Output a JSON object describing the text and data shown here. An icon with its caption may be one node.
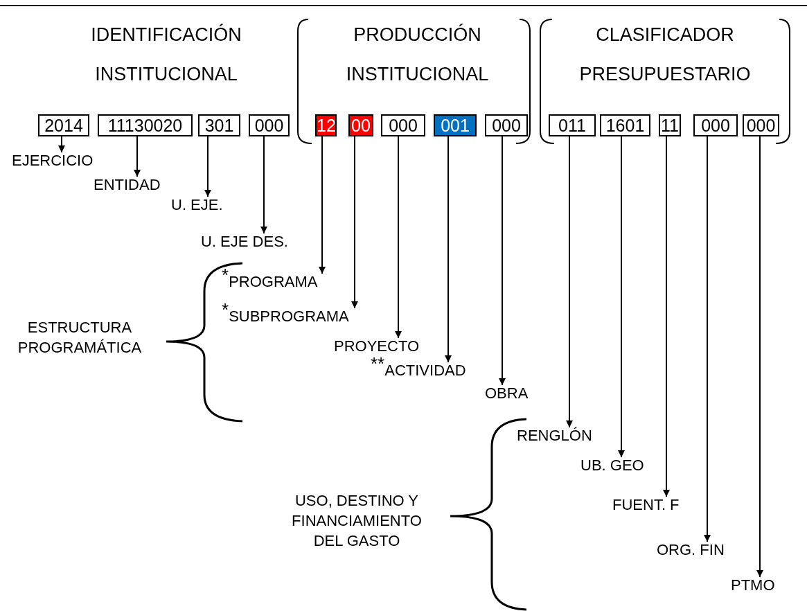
{
  "diagram": {
    "nodes": [
      {
        "text": [
          "2014"
        ]
      },
      {
        "text": [
          "11130020"
        ]
      },
      {
        "text": [
          "301"
        ]
      },
      {
        "text": [
          "000"
        ]
      },
      {
        "text": [
          "12"
        ]
      },
      {
        "text": [
          "00"
        ]
      },
      {
        "text": [
          "000"
        ]
      },
      {
        "text": [
          "001"
        ]
      },
      {
        "text": [
          "000"
        ]
      },
      {
        "text": [
          "011"
        ]
      },
      {
        "text": [
          "1601"
        ]
      },
      {
        "text": [
          "11"
        ]
      },
      {
        "text": [
          "000"
        ]
      },
      {
        "text": [
          "000"
        ]
      },
      {
        "text": [
          "EJERCICIO"
        ]
      },
      {
        "text": [
          "ENTIDAD"
        ]
      },
      {
        "text": [
          "U. EJE."
        ]
      },
      {
        "text": [
          "U. EJE DES."
        ]
      },
      {
        "text": [
          "$^{*}$PROGRAMA"
        ]
      },
      {
        "text": [
          "$^{*}$SUBPROGRAMA"
        ]
      },
      {
        "text": [
          "PROYECTO"
        ]
      },
      {
        "text": [
          "$^{**}$ACTIVIDAD"
        ]
      },
      {
        "text": [
          "OBRA"
        ]
      },
      {
        "text": [
          "RENGLÓN"
        ]
      },
      {
        "text": [
          "UB. GEO"
        ]
      },
      {
        "text": [
          "FUENT. F"
        ]
      },
      {
        "text": [
          "ORG. FIN"
        ]
      },
      {
        "text": [
          "PTMO"
        ]
      }
    ],
    "edges": [
      {
        "from": 0,
        "to": 14,
        "arrow": "to"
      },
      {
        "from": 1,
        "to": 15,
        "arrow": "to"
      },
      {
        "from": 2,
        "to": 16,
        "arrow": "to"
      },
      {
        "from": 3,
        "to": 17,
        "arrow": "to"
      },
      {
        "from": 4,
        "to": 18,
        "arrow": "to"
      },
      {
        "from": 5,
        "to": 19,
        "arrow": "to"
      },
      {
        "from": 6,
        "to": 20,
        "arrow": "to"
      },
      {
        "from": 7,
        "to": 21,
        "arrow": "to"
      },
      {
        "from": 8,
        "to": 22,
        "arrow": "to"
      },
      {
        "from": 9,
        "to": 23,
        "arrow": "to"
      },
      {
        "from": 10,
        "to": 24,
        "arrow": "to"
      },
      {
        "from": 11,
        "to": 25,
        "arrow": "to"
      },
      {
        "from": 12,
        "to": 26,
        "arrow": "to"
      },
      {
        "from": 13,
        "to": 27,
        "arrow": "to"
      }
    ],
    "labels": [
      "IDENTIFICACIÓN INSTITUCIONAL",
      "PRODUCCIÓN INSTITUCIONAL",
      "CLASIFICADOR PRESUPUESTARIO",
      "ESTRUCTURA PROGRAMÁTICA",
      "USO, DESTINO Y FINANCIAMIENTO DEL GASTO"
    ]
  }
}
